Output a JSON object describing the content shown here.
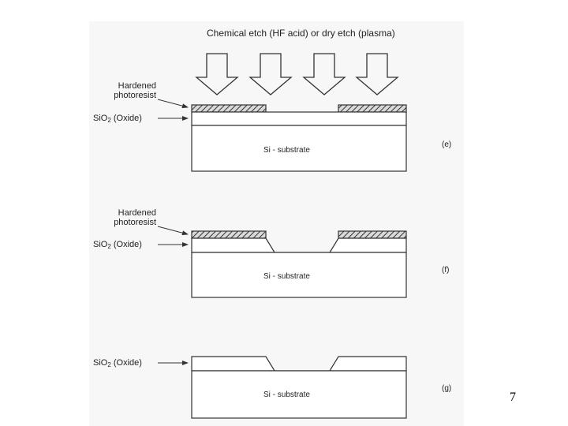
{
  "title": "Chemical etch (HF acid) or dry etch (plasma)",
  "labels": {
    "photoresist_line1": "Hardened",
    "photoresist_line2": "photoresist",
    "oxide_prefix": "SiO",
    "oxide_sub": "2",
    "oxide_suffix": " (Oxide)",
    "substrate": "Si - substrate"
  },
  "panels": [
    {
      "id": "e",
      "tag": "(e)"
    },
    {
      "id": "f",
      "tag": "(f)"
    },
    {
      "id": "g",
      "tag": "(g)"
    }
  ],
  "page_number": "7"
}
